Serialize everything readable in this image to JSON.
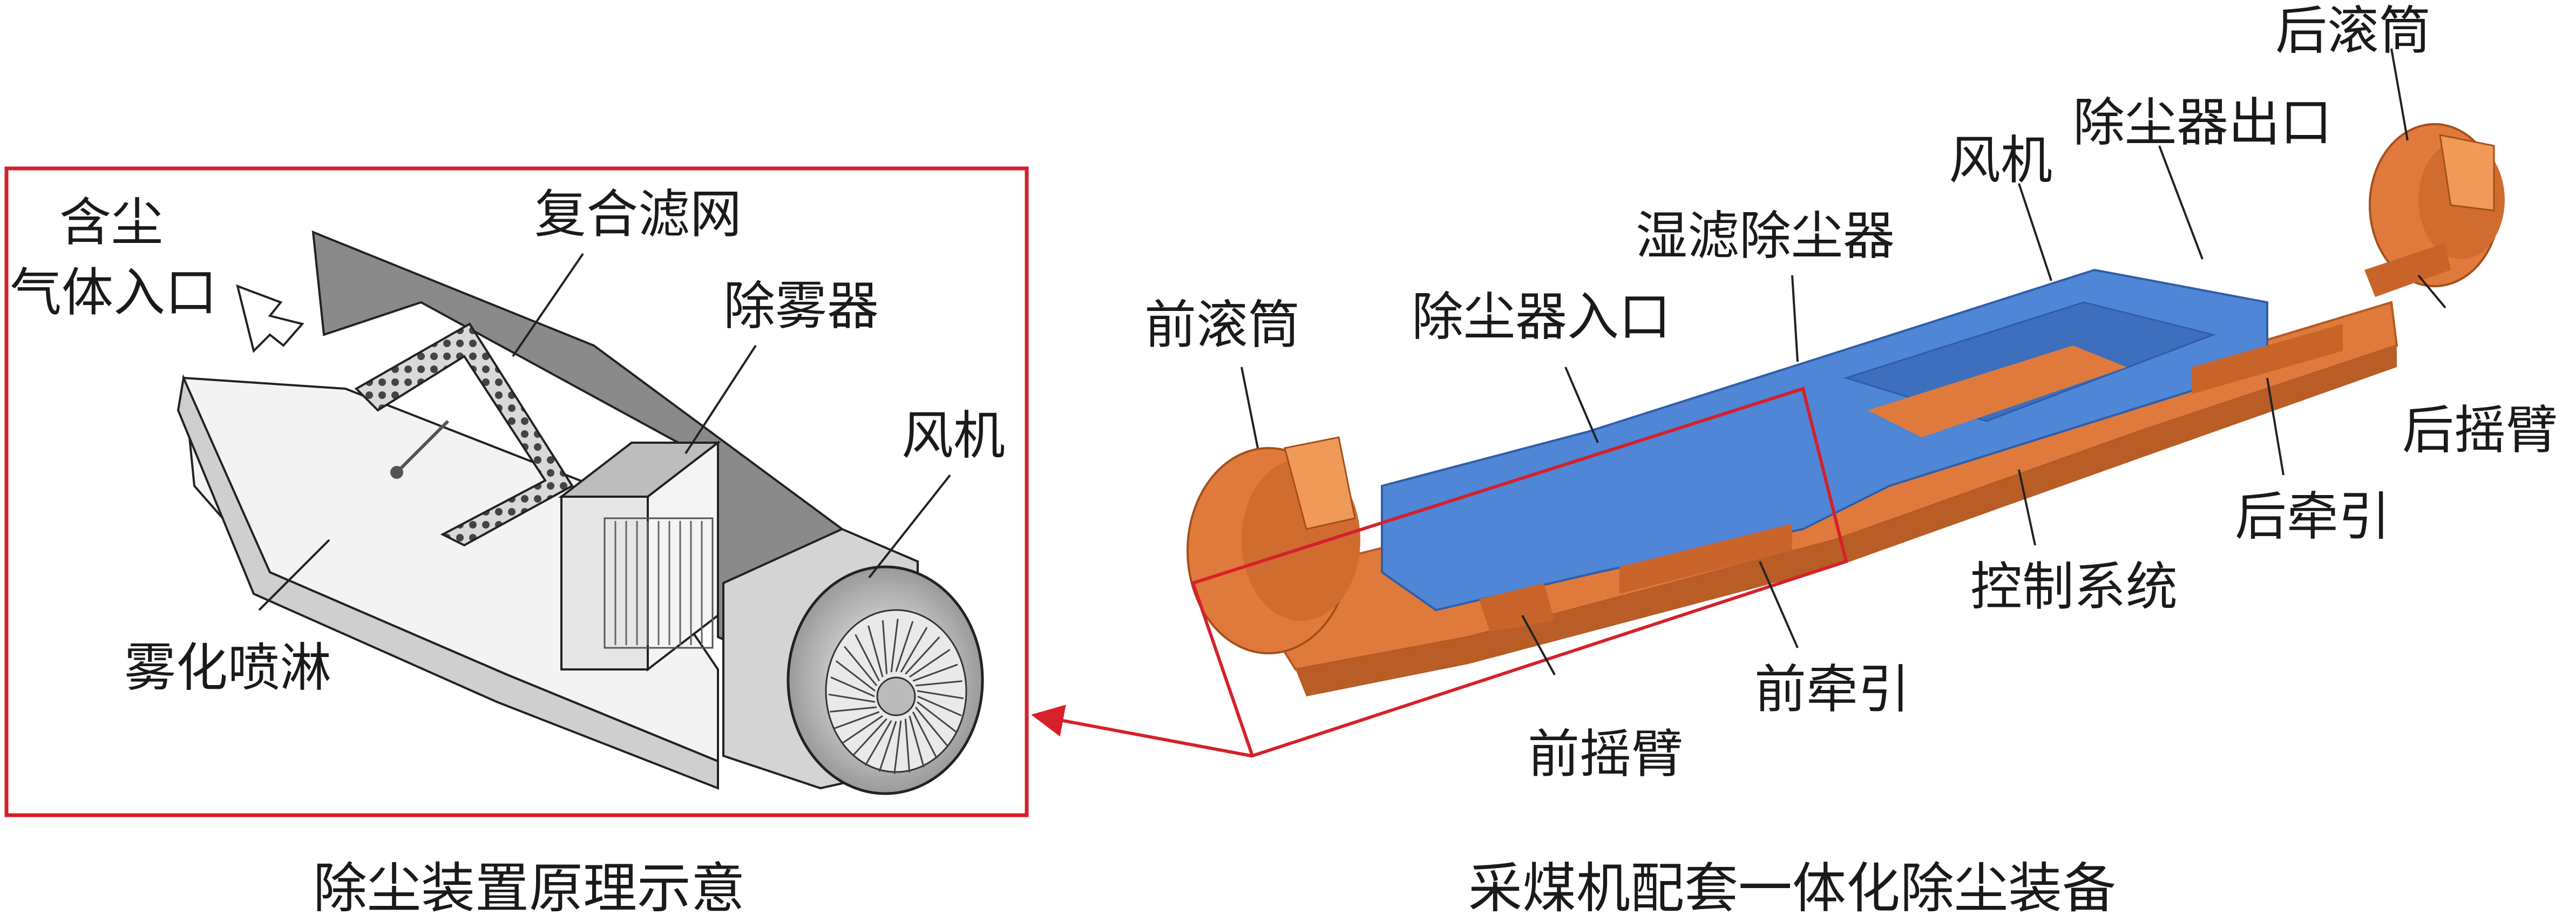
{
  "left_panel": {
    "caption": "除尘装置原理示意",
    "labels": {
      "dust_gas_inlet_line1": "含尘",
      "dust_gas_inlet_line2": "气体入口",
      "composite_filter": "复合滤网",
      "demister": "除雾器",
      "fan": "风机",
      "atomizing_spray": "雾化喷淋"
    }
  },
  "right_panel": {
    "caption": "采煤机配套一体化除尘装备",
    "labels": {
      "rear_drum": "后滚筒",
      "dust_outlet": "除尘器出口",
      "fan": "风机",
      "wet_filter_collector": "湿滤除尘器",
      "front_drum": "前滚筒",
      "dust_inlet": "除尘器入口",
      "rear_rocker_arm": "后摇臂",
      "rear_traction": "后牵引",
      "control_system": "控制系统",
      "front_traction": "前牵引",
      "front_rocker_arm": "前摇臂"
    }
  },
  "colors": {
    "highlight_frame": "#d6202a",
    "machine_body": "#e07a3c",
    "collector_blue": "#4f86d6",
    "housing_gray": "#8c8c8c"
  }
}
